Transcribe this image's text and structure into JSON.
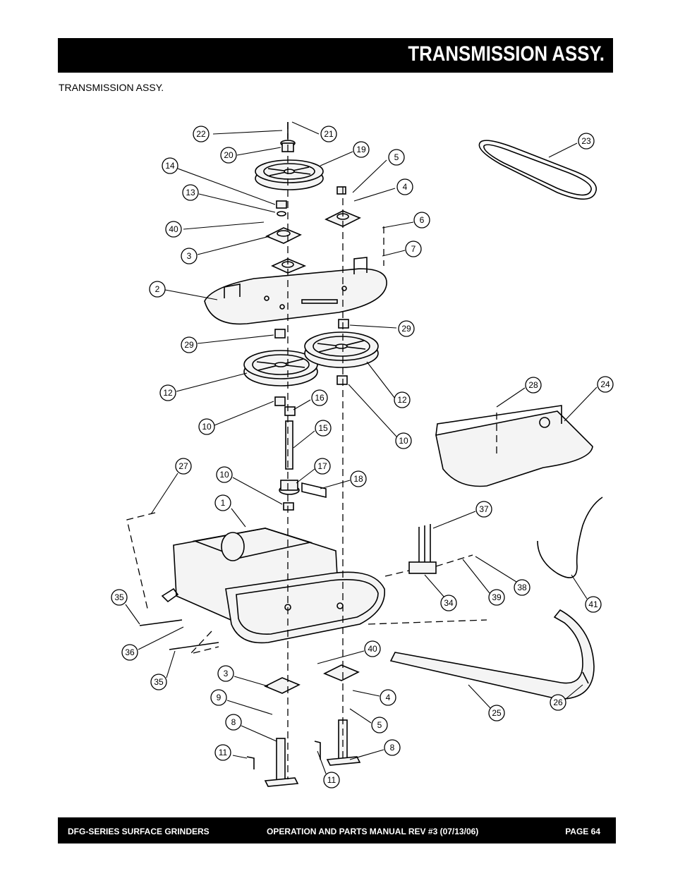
{
  "header": {
    "title": "TRANSMISSION ASSY."
  },
  "section_label": "TRANSMISSION ASSY.",
  "footer": {
    "left": "DFG-SERIES SURFACE GRINDERS",
    "center": "OPERATION AND PARTS MANUAL REV #3 (07/13/06)",
    "right": "PAGE 64"
  },
  "callouts": [
    {
      "label": "22"
    },
    {
      "label": "21"
    },
    {
      "label": "20"
    },
    {
      "label": "19"
    },
    {
      "label": "5"
    },
    {
      "label": "4"
    },
    {
      "label": "14"
    },
    {
      "label": "13"
    },
    {
      "label": "40"
    },
    {
      "label": "3"
    },
    {
      "label": "6"
    },
    {
      "label": "7"
    },
    {
      "label": "2"
    },
    {
      "label": "29"
    },
    {
      "label": "29"
    },
    {
      "label": "12"
    },
    {
      "label": "12"
    },
    {
      "label": "16"
    },
    {
      "label": "10"
    },
    {
      "label": "10"
    },
    {
      "label": "15"
    },
    {
      "label": "17"
    },
    {
      "label": "18"
    },
    {
      "label": "10"
    },
    {
      "label": "27"
    },
    {
      "label": "1"
    },
    {
      "label": "23"
    },
    {
      "label": "28"
    },
    {
      "label": "24"
    },
    {
      "label": "37"
    },
    {
      "label": "34"
    },
    {
      "label": "39"
    },
    {
      "label": "38"
    },
    {
      "label": "41"
    },
    {
      "label": "35"
    },
    {
      "label": "36"
    },
    {
      "label": "35"
    },
    {
      "label": "40"
    },
    {
      "label": "3"
    },
    {
      "label": "4"
    },
    {
      "label": "9"
    },
    {
      "label": "5"
    },
    {
      "label": "8"
    },
    {
      "label": "8"
    },
    {
      "label": "11"
    },
    {
      "label": "11"
    },
    {
      "label": "25"
    },
    {
      "label": "26"
    }
  ]
}
